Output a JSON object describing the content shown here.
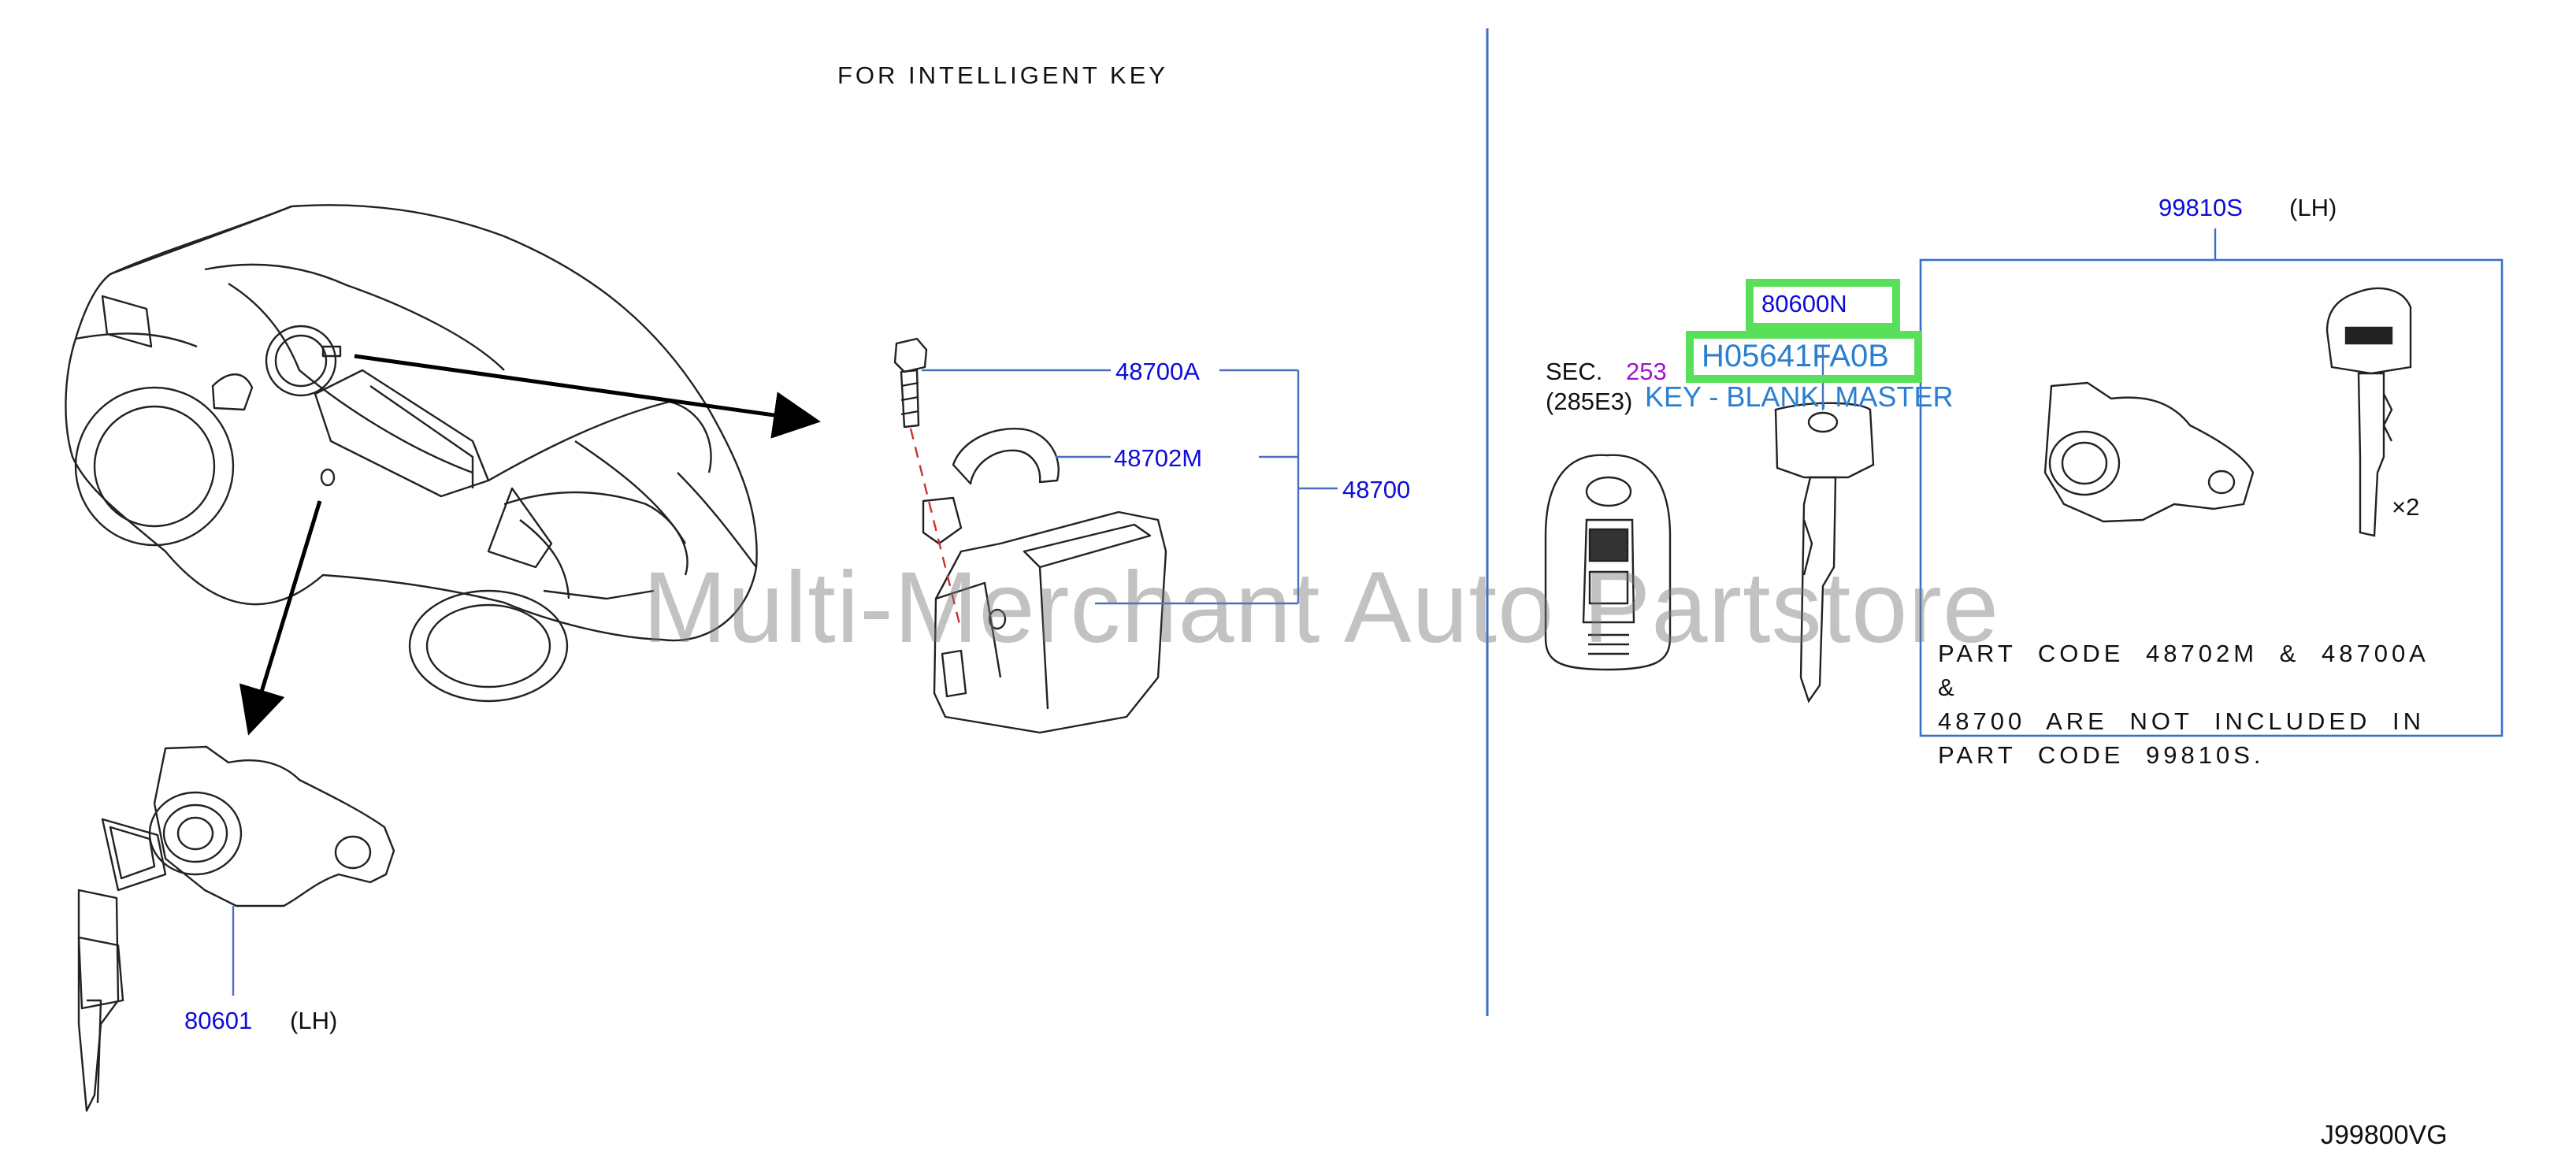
{
  "diagram": {
    "title": "FOR  INTELLIGENT  KEY",
    "callouts": {
      "p48700A": "48700A",
      "p48702M": "48702M",
      "p48700": "48700",
      "p80601": "80601",
      "p80601_side": "(LH)",
      "p99810S": "99810S",
      "p99810S_side": "(LH)",
      "p80600N": "80600N",
      "part_number": "H05641FA0B",
      "part_name": "KEY - BLANK, MASTER",
      "sec_label": "SEC.",
      "sec_number": "253",
      "sec_ref": "(285E3)",
      "qty": "×2"
    },
    "note_lines": [
      "PART  CODE  48702M  &  48700A  &",
      "48700  ARE  NOT  INCLUDED  IN",
      "PART  CODE  99810S."
    ],
    "diagram_code": "J99800VG",
    "watermark": "Multi-Merchant Auto Partstore"
  },
  "colors": {
    "callout": "#0d0dd6",
    "highlight": "#58e05a",
    "part_name": "#2b7fd0",
    "section_link": "#a016c8",
    "divider": "#3a6fc8"
  }
}
